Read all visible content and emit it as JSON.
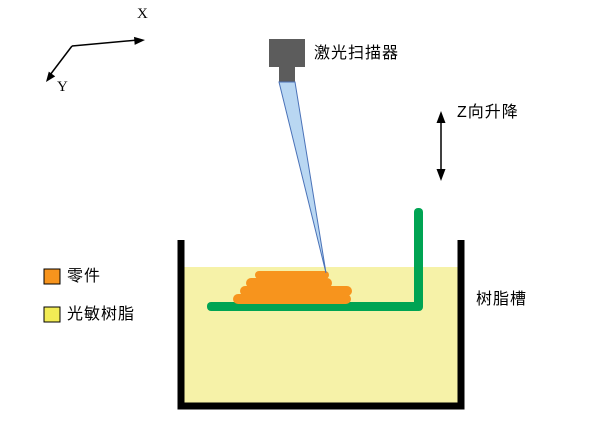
{
  "labels": {
    "axis_x": "X",
    "axis_y": "Y",
    "scanner": "激光扫描器",
    "z_lift": "Z向升降",
    "legend_part": "零件",
    "legend_resin": "光敏树脂",
    "resin_tank": "树脂槽"
  },
  "colors": {
    "part_orange": "#f7941d",
    "resin_pale_yellow": "#f6f2a8",
    "legend_resin_yellow": "#f2ec55",
    "platform_green": "#00a453",
    "beam_blue": "#b9d7f2",
    "scanner_gray": "#5c5c5c",
    "tank_black": "#000000",
    "arrow_black": "#000000"
  }
}
